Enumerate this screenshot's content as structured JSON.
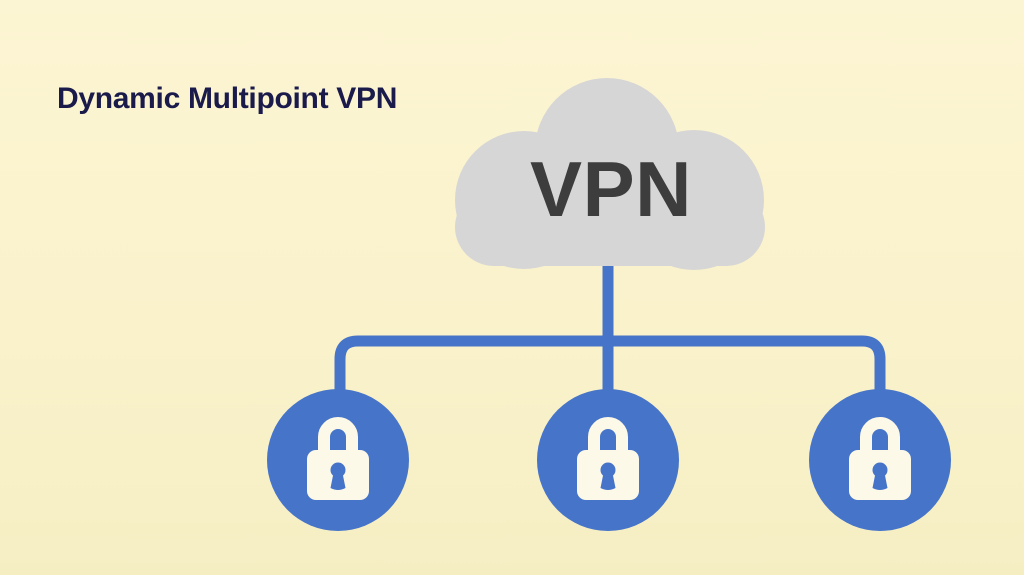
{
  "page": {
    "background_color": "#FAF2CB"
  },
  "title": {
    "text": "Dynamic Multipoint VPN",
    "color": "#1A1A4B"
  },
  "diagram": {
    "cloud": {
      "label": "VPN",
      "fill_color": "#D6D6D6",
      "label_color": "#3D3D3D"
    },
    "connectors": {
      "color": "#4674C8"
    },
    "node_color": "#4674C8",
    "lock_color": "#FDF9E8",
    "nodes": [
      {
        "id": "left",
        "icon": "padlock-icon"
      },
      {
        "id": "center",
        "icon": "padlock-icon"
      },
      {
        "id": "right",
        "icon": "padlock-icon"
      }
    ]
  }
}
